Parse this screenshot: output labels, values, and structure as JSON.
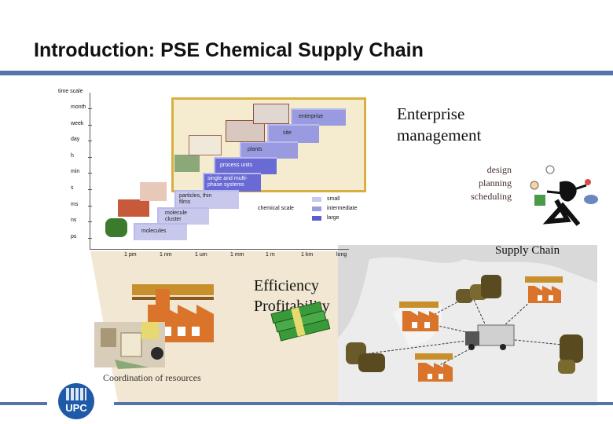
{
  "slide": {
    "title": "Introduction: PSE Chemical Supply Chain"
  },
  "timescale_chart": {
    "y_axis_title": "time scale",
    "y_ticks": [
      "month",
      "week",
      "day",
      "h",
      "min",
      "s",
      "ms",
      "ns",
      "ps"
    ],
    "x_ticks": [
      "1 pm",
      "1 nm",
      "1 um",
      "1 mm",
      "1 m",
      "1 km",
      "long"
    ],
    "x_axis_title": "chemical scale",
    "levels": [
      "enterprise",
      "site",
      "plants",
      "process units",
      "single and multi-phase systems",
      "particles, thin films",
      "molecule cluster",
      "molecules"
    ],
    "legend": [
      "small",
      "intermediate",
      "large"
    ],
    "colors": {
      "small": "#c8c8ec",
      "intermediate": "#9a9ae0",
      "large": "#5c5cd0",
      "frame": "#d8b040"
    }
  },
  "labels": {
    "enterprise_line1": "Enterprise",
    "enterprise_line2": "management",
    "design": "design",
    "planning": "planning",
    "scheduling": "scheduling",
    "supply_chain": "Supply Chain",
    "efficiency": "Efficiency",
    "profitability": "Profitability",
    "coordination": "Coordination of resources"
  },
  "logo": {
    "text": "UPC",
    "color": "#1e5aa8"
  },
  "accent": "#5575a8"
}
